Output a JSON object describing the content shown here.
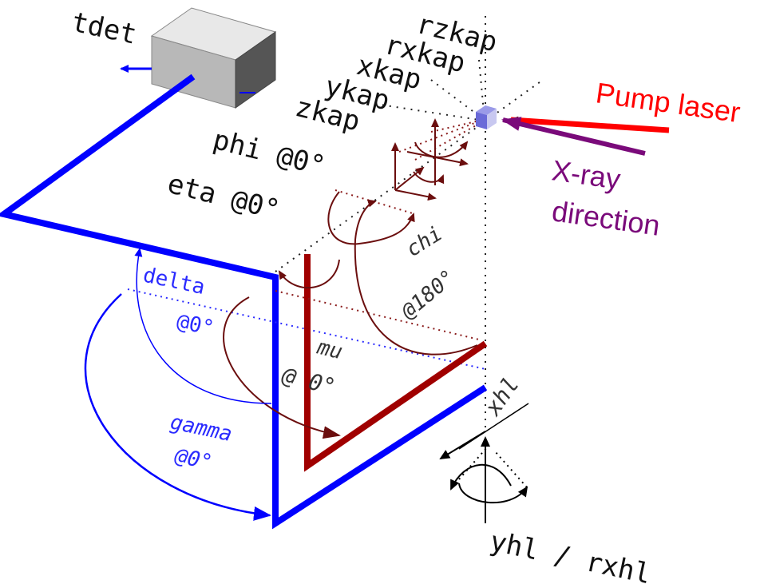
{
  "labels": {
    "tdet": "tdet",
    "rzkap": "rzkap",
    "rxkap": "rxkap",
    "xkap": "xkap",
    "ykap": "ykap",
    "zkap": "zkap",
    "phi": "phi @0°",
    "eta": "eta @0°",
    "chi_name": "chi",
    "chi_angle": "@180°",
    "delta_name": "delta",
    "delta_angle": "@0°",
    "mu_name": "mu",
    "mu_angle": "@ 0°",
    "gamma_name": "gamma",
    "gamma_angle": "@0°",
    "xhl": "xhl",
    "yhl": "yhl / rxhl",
    "pump": "Pump laser",
    "xray_line1": "X-ray",
    "xray_line2": "direction"
  },
  "colors": {
    "detector_arm": "#0000ff",
    "sample_arm": "#a00000",
    "rotation_arrows": "#6b0e0e",
    "pump_laser": "#ff0000",
    "xray": "#7a0a7a",
    "sample": "#6a6ad8"
  }
}
